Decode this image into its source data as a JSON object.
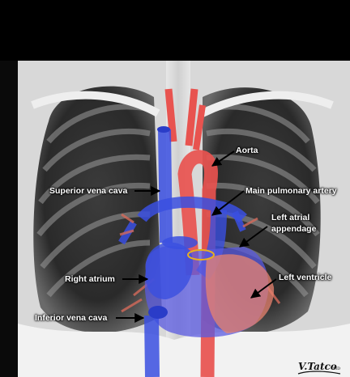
{
  "image": {
    "description_colors": {
      "artery": "#e8534f",
      "vein": "#3a4fe0",
      "xray_bg": "#1a1a1a"
    }
  },
  "labels": {
    "aorta": "Aorta",
    "svc": "Superior vena cava",
    "mpa": "Main pulmonary artery",
    "laa_line1": "Left atrial",
    "laa_line2": "appendage",
    "ra": "Right atrium",
    "lv": "Left ventricle",
    "ivc": "Inferior vena cava"
  },
  "watermark": {
    "name": "V.Tatco",
    "suffix": "MD"
  }
}
